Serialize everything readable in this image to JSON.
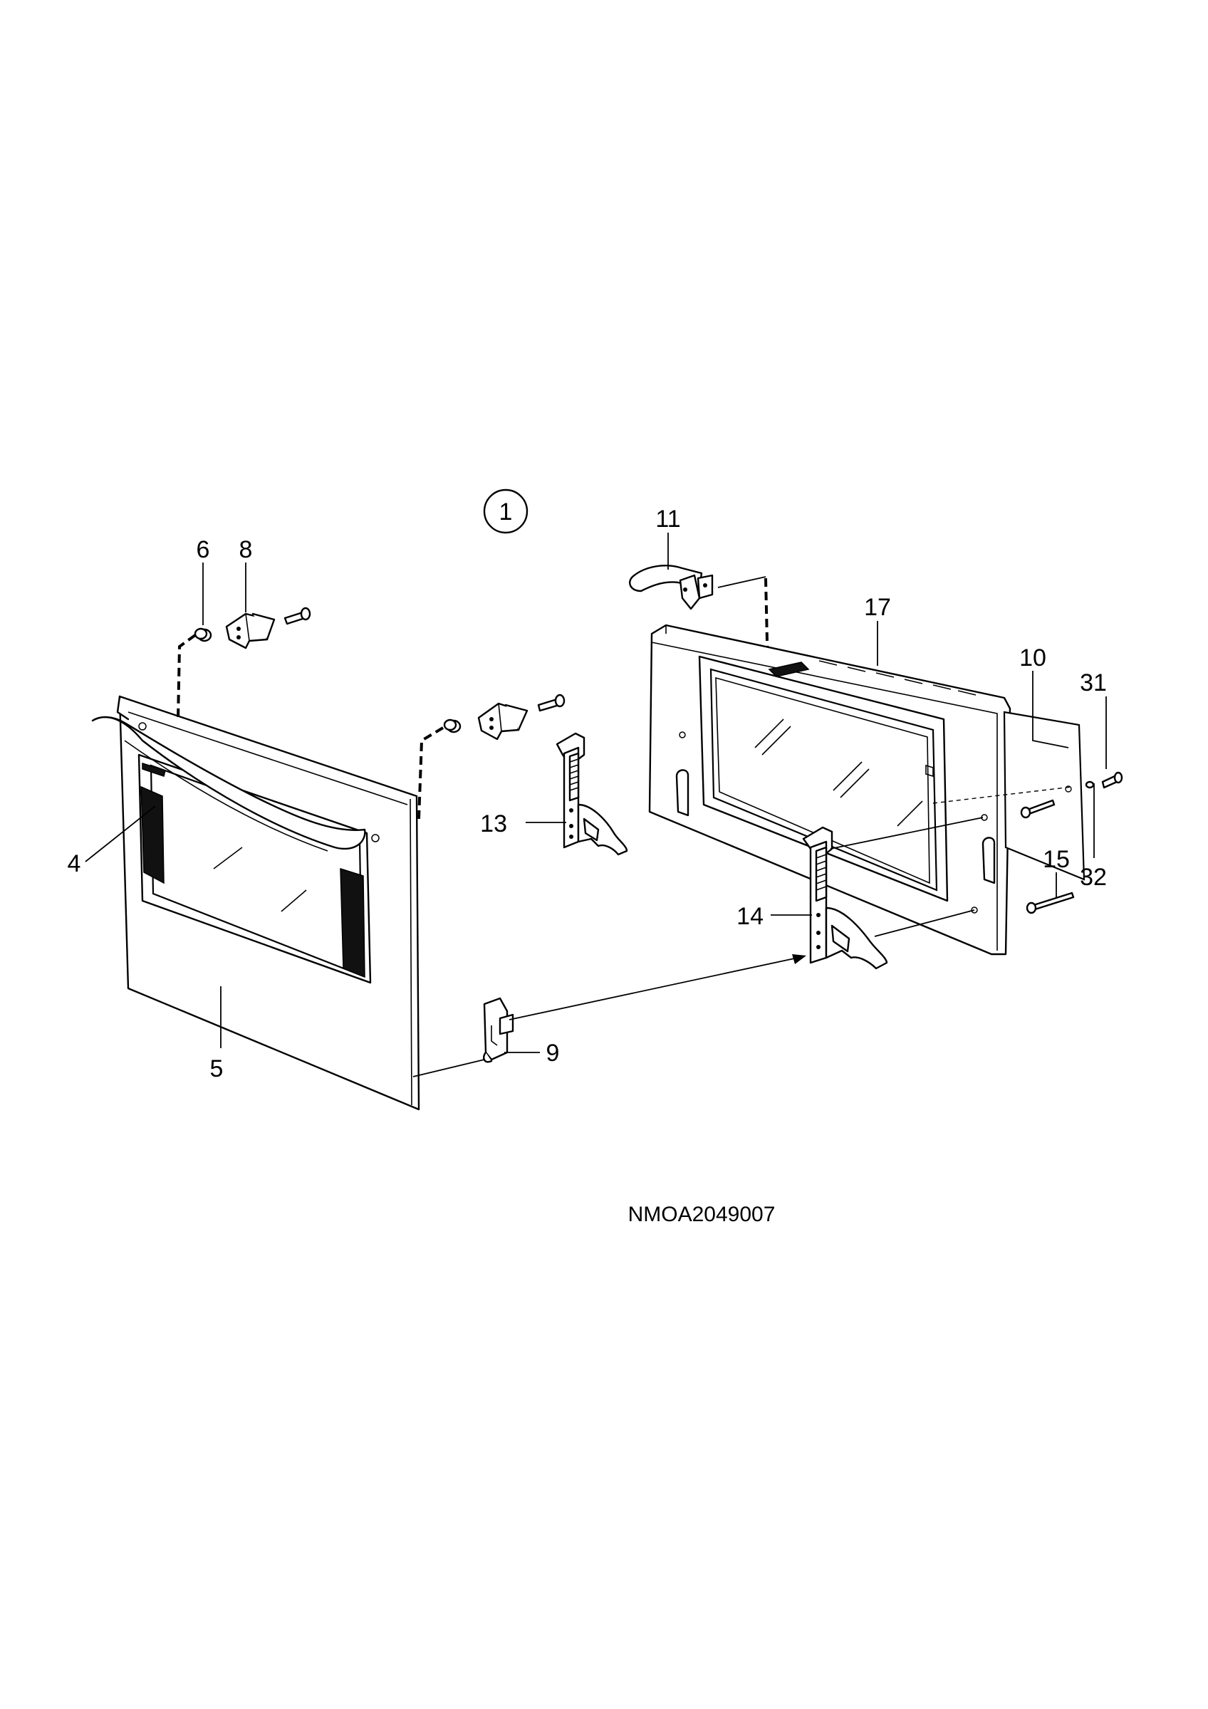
{
  "diagram": {
    "group_label": "1",
    "code": "NMOA2049007",
    "callouts": {
      "p4": "4",
      "p5": "5",
      "p6": "6",
      "p8": "8",
      "p9": "9",
      "p10": "10",
      "p11": "11",
      "p13": "13",
      "p14": "14",
      "p15": "15",
      "p17": "17",
      "p31": "31",
      "p32": "32"
    }
  }
}
